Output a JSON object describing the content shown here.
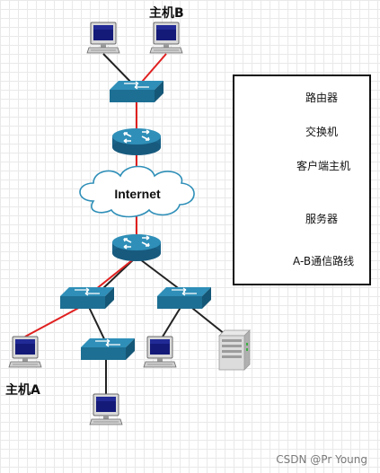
{
  "labels": {
    "host_b": "主机B",
    "host_a": "主机A",
    "internet": "Internet"
  },
  "legend": {
    "router": "路由器",
    "switch": "交换机",
    "client": "客户端主机",
    "server": "服务器",
    "path": "A-B通信路线"
  },
  "watermark": "CSDN @Pr Young",
  "colors": {
    "device_blue": "#1d6f93",
    "device_blue_light": "#2f8fb8",
    "path_red": "#e02020",
    "link_black": "#222222"
  }
}
